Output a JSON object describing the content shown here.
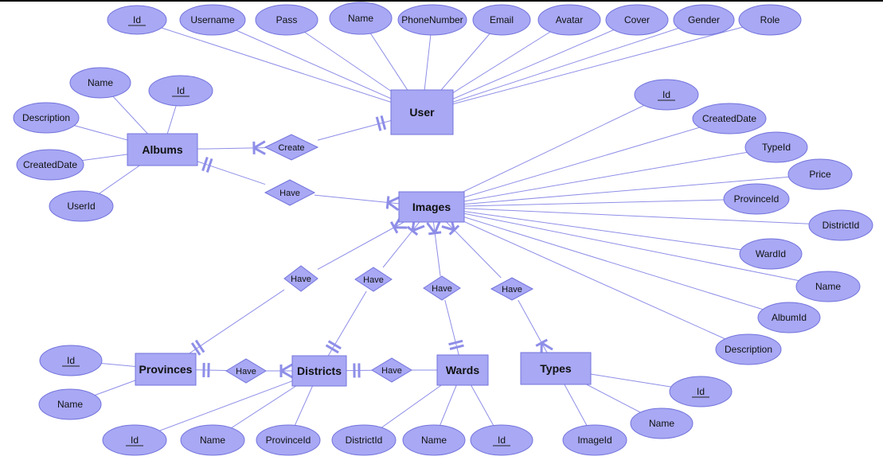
{
  "colors": {
    "fill": "#a8a8f4",
    "stroke": "#7373dd",
    "line": "#8e8ee8",
    "text": "#111111"
  },
  "entities": [
    {
      "id": "user",
      "label": "User"
    },
    {
      "id": "albums",
      "label": "Albums"
    },
    {
      "id": "images",
      "label": "Images"
    },
    {
      "id": "provinces",
      "label": "Provinces"
    },
    {
      "id": "districts",
      "label": "Districts"
    },
    {
      "id": "wards",
      "label": "Wards"
    },
    {
      "id": "types",
      "label": "Types"
    }
  ],
  "relationships": [
    {
      "id": "create",
      "label": "Create"
    },
    {
      "id": "have-albums-images",
      "label": "Have"
    },
    {
      "id": "have-images-provinces",
      "label": "Have"
    },
    {
      "id": "have-images-districts",
      "label": "Have"
    },
    {
      "id": "have-images-wards",
      "label": "Have"
    },
    {
      "id": "have-images-types",
      "label": "Have"
    },
    {
      "id": "have-provinces-districts",
      "label": "Have"
    },
    {
      "id": "have-districts-wards",
      "label": "Have"
    }
  ],
  "attributes": [
    {
      "id": "user-id",
      "entity": "user",
      "label": "Id",
      "key": true
    },
    {
      "id": "user-username",
      "entity": "user",
      "label": "Username",
      "key": false
    },
    {
      "id": "user-pass",
      "entity": "user",
      "label": "Pass",
      "key": false
    },
    {
      "id": "user-name",
      "entity": "user",
      "label": "Name",
      "key": false
    },
    {
      "id": "user-phonenumber",
      "entity": "user",
      "label": "PhoneNumber",
      "key": false
    },
    {
      "id": "user-email",
      "entity": "user",
      "label": "Email",
      "key": false
    },
    {
      "id": "user-avatar",
      "entity": "user",
      "label": "Avatar",
      "key": false
    },
    {
      "id": "user-cover",
      "entity": "user",
      "label": "Cover",
      "key": false
    },
    {
      "id": "user-gender",
      "entity": "user",
      "label": "Gender",
      "key": false
    },
    {
      "id": "user-role",
      "entity": "user",
      "label": "Role",
      "key": false
    },
    {
      "id": "albums-name",
      "entity": "albums",
      "label": "Name",
      "key": false
    },
    {
      "id": "albums-id",
      "entity": "albums",
      "label": "Id",
      "key": true
    },
    {
      "id": "albums-description",
      "entity": "albums",
      "label": "Description",
      "key": false
    },
    {
      "id": "albums-createddate",
      "entity": "albums",
      "label": "CreatedDate",
      "key": false
    },
    {
      "id": "albums-userid",
      "entity": "albums",
      "label": "UserId",
      "key": false
    },
    {
      "id": "images-id",
      "entity": "images",
      "label": "Id",
      "key": true
    },
    {
      "id": "images-createddate",
      "entity": "images",
      "label": "CreatedDate",
      "key": false
    },
    {
      "id": "images-typeid",
      "entity": "images",
      "label": "TypeId",
      "key": false
    },
    {
      "id": "images-price",
      "entity": "images",
      "label": "Price",
      "key": false
    },
    {
      "id": "images-provinceid",
      "entity": "images",
      "label": "ProvinceId",
      "key": false
    },
    {
      "id": "images-districtid",
      "entity": "images",
      "label": "DistrictId",
      "key": false
    },
    {
      "id": "images-wardid",
      "entity": "images",
      "label": "WardId",
      "key": false
    },
    {
      "id": "images-name",
      "entity": "images",
      "label": "Name",
      "key": false
    },
    {
      "id": "images-albumid",
      "entity": "images",
      "label": "AlbumId",
      "key": false
    },
    {
      "id": "images-description",
      "entity": "images",
      "label": "Description",
      "key": false
    },
    {
      "id": "provinces-id",
      "entity": "provinces",
      "label": "Id",
      "key": true
    },
    {
      "id": "provinces-name",
      "entity": "provinces",
      "label": "Name",
      "key": false
    },
    {
      "id": "districts-id",
      "entity": "districts",
      "label": "Id",
      "key": true
    },
    {
      "id": "districts-name",
      "entity": "districts",
      "label": "Name",
      "key": false
    },
    {
      "id": "districts-provinceid",
      "entity": "districts",
      "label": "ProvinceId",
      "key": false
    },
    {
      "id": "wards-districtid",
      "entity": "wards",
      "label": "DistrictId",
      "key": false
    },
    {
      "id": "wards-name",
      "entity": "wards",
      "label": "Name",
      "key": false
    },
    {
      "id": "wards-id",
      "entity": "wards",
      "label": "Id",
      "key": true
    },
    {
      "id": "types-imageid",
      "entity": "types",
      "label": "ImageId",
      "key": false
    },
    {
      "id": "types-name",
      "entity": "types",
      "label": "Name",
      "key": false
    },
    {
      "id": "types-id",
      "entity": "types",
      "label": "Id",
      "key": true
    }
  ],
  "connections": [
    {
      "from": "albums",
      "to": "create",
      "end": "crow"
    },
    {
      "from": "create",
      "to": "user",
      "end": "one"
    },
    {
      "from": "albums",
      "to": "have-albums-images",
      "end": "one-start"
    },
    {
      "from": "have-albums-images",
      "to": "images",
      "end": "crow"
    },
    {
      "from": "images",
      "to": "have-images-provinces",
      "end": "crow-start"
    },
    {
      "from": "have-images-provinces",
      "to": "provinces",
      "end": "one"
    },
    {
      "from": "images",
      "to": "have-images-districts",
      "end": "crow-start"
    },
    {
      "from": "have-images-districts",
      "to": "districts",
      "end": "one"
    },
    {
      "from": "images",
      "to": "have-images-wards",
      "end": "crow-start"
    },
    {
      "from": "have-images-wards",
      "to": "wards",
      "end": "one"
    },
    {
      "from": "images",
      "to": "have-images-types",
      "end": "crow-start"
    },
    {
      "from": "have-images-types",
      "to": "types",
      "end": "crow"
    },
    {
      "from": "provinces",
      "to": "have-provinces-districts",
      "end": "one-start"
    },
    {
      "from": "have-provinces-districts",
      "to": "districts",
      "end": "crow"
    },
    {
      "from": "districts",
      "to": "have-districts-wards",
      "end": "one-start"
    },
    {
      "from": "have-districts-wards",
      "to": "wards",
      "end": "none"
    }
  ]
}
